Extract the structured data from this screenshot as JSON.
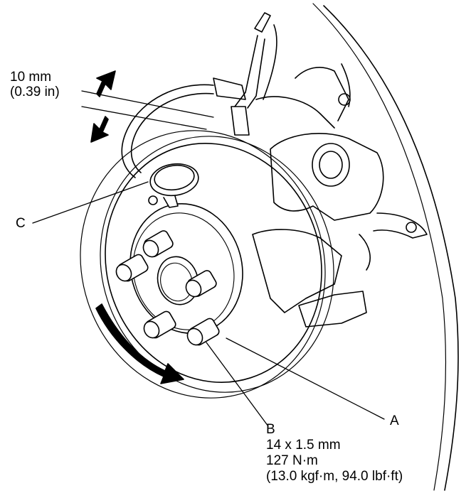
{
  "labels": {
    "gap_measure": "10 mm",
    "gap_measure_inch": "(0.39 in)",
    "label_c": "C",
    "label_a": "A",
    "label_b": "B",
    "b_size": "14 x 1.5 mm",
    "b_torque": "127 N·m",
    "b_torque_alt": "(13.0 kgf·m, 94.0 lbf·ft)"
  }
}
